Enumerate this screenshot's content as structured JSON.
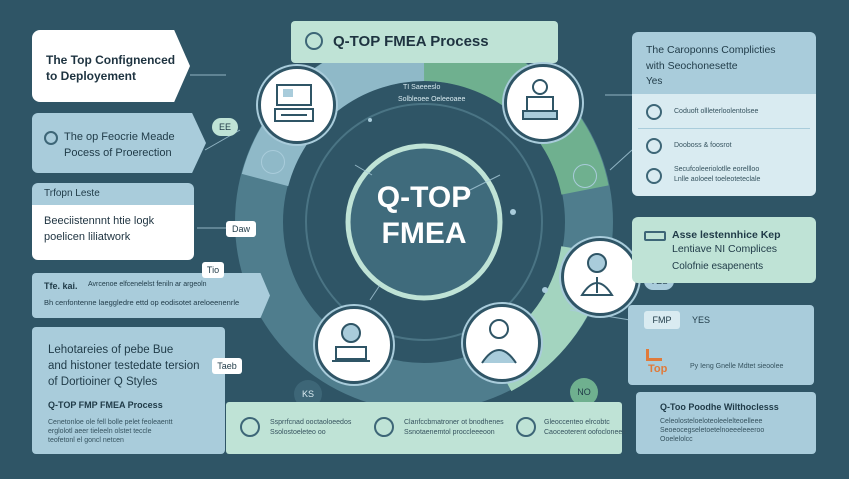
{
  "header": {
    "title": "Q-TOP FMEA Process"
  },
  "center": {
    "line1": "Q-TOP",
    "line2": "FMEA"
  },
  "left_cards": [
    {
      "text": "The Top Confignenced to Deployement"
    },
    {
      "line1": "The op Feocrie Meade",
      "line2": "Pocess of Proerection"
    },
    {
      "head": "Trfopn Leste",
      "line1": "Beeciistennnt htie logk",
      "line2": "poelicen liliatwork"
    },
    {
      "lead": "Tfe. kai.",
      "line1": "Avrcenoe elfcenelelst feniln ar argeoln",
      "line2": "Bh cenfontenne laeggledre ettd op eodisotet areloeenenrle"
    },
    {
      "line1": "Lehotareies of pebe Bue",
      "line2": "and histoner testedate tersion",
      "line3": "of Dortioiner Q Styles",
      "sub": "Q-TOP FMP FMEA Process",
      "body1": "Cenetonloe ole fell bolle pelet feoleaentt",
      "body2": "erglolotl aeer tieleeln olstet teccle",
      "body3": "teofetonl el goncl netcen"
    }
  ],
  "right_cards": [
    {
      "line1": "The Caroponns Complicties",
      "line2": "with Seochonesette",
      "line3": "Yes"
    },
    {
      "row1": "Coduoft ollleterloolentolsee",
      "row2": "Dooboss & foosrot",
      "row3a": "Secufcoleeriolotlle eorellloo",
      "row3b": "Lnlle aoloeel toeleoteteclale"
    },
    {
      "line1": "Asse lestennhice Kep",
      "line2": "Lentiave NI Complices",
      "line3": "Colofnie esapenents"
    },
    {
      "badge": "FMP",
      "yes": "YES",
      "brand": "Top",
      "text": "Py Ieng Gnelle Mdtet sieoolee"
    },
    {
      "title": "Q-Too Poodhe Wilthoclesss",
      "body1": "Celeolosteloeloteoleelelteoelleee",
      "body2": "Seoeocegseletoetelnoeeeleeeroo",
      "body3": "Ooelelolcc"
    }
  ],
  "bottom_strip": [
    {
      "line1": "Ssprrfcnad ooctaoloeedos",
      "line2": "Ssolostoeleteo oo"
    },
    {
      "line1": "Clanfccbmatroner ot bnodhenes",
      "line2": "Ssnotaenemtol proccleeeoon"
    },
    {
      "line1": "Gleoccenteo elrcobtc",
      "line2": "Caoceoterent oofoclonees"
    }
  ],
  "tags": {
    "ee": "EE",
    "daw": "Daw",
    "tio": "Tio",
    "taeb": "Taeb",
    "ks": "KS",
    "no": "NO",
    "yes": "YES"
  },
  "ring_labels": {
    "top1": "TI Saeeeslo",
    "top2": "Solbleoee Oeleeoaee"
  },
  "colors": {
    "background": "#2f5566",
    "accent_mint": "#bfe3d6",
    "accent_blue": "#a9ccdb",
    "ring_green": "#6fb08f"
  }
}
